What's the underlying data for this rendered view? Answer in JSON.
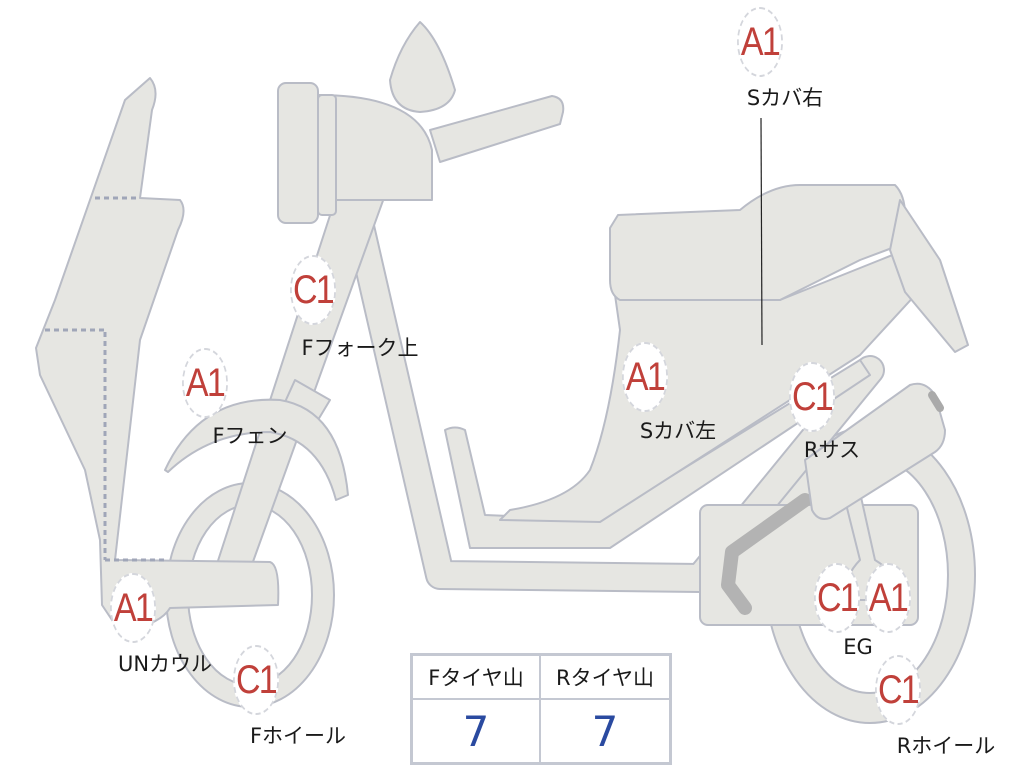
{
  "parts": [
    {
      "id": "s-cover-right",
      "grade": "A1",
      "label": "Sカバ右"
    },
    {
      "id": "f-fork-upper",
      "grade": "C1",
      "label": "Fフォーク上"
    },
    {
      "id": "f-fender",
      "grade": "A1",
      "label": "Fフェン"
    },
    {
      "id": "s-cover-left",
      "grade": "A1",
      "label": "Sカバ左"
    },
    {
      "id": "r-suspension",
      "grade": "C1",
      "label": "Rサス"
    },
    {
      "id": "un-cowl",
      "grade": "A1",
      "label": "UNカウル"
    },
    {
      "id": "f-wheel",
      "grade": "C1",
      "label": "Fホイール"
    },
    {
      "id": "engine",
      "grades": [
        "C1",
        "A1"
      ],
      "label": "EG"
    },
    {
      "id": "r-wheel",
      "grade": "C1",
      "label": "Rホイール"
    }
  ],
  "tire_table": {
    "headers": [
      "Fタイヤ山",
      "Rタイヤ山"
    ],
    "values": [
      "7",
      "7"
    ]
  },
  "colors": {
    "grade": "#c0403a",
    "part_fill": "#e6e6e2",
    "outline": "#b9bcc6",
    "tire_value": "#2a4aa0"
  }
}
